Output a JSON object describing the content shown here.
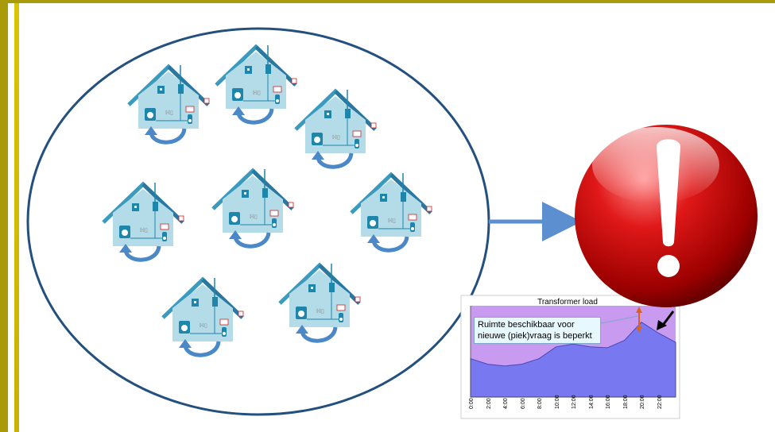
{
  "chart_data": {
    "type": "area",
    "title": "Transformer load",
    "categories": [
      "0:00",
      "2:00",
      "4:00",
      "6:00",
      "8:00",
      "10:00",
      "12:00",
      "14:00",
      "16:00",
      "18:00",
      "20:00",
      "22:00"
    ],
    "series": [
      {
        "values": [
          0.42,
          0.36,
          0.34,
          0.36,
          0.42,
          0.55,
          0.58,
          0.55,
          0.54,
          0.62,
          0.82,
          0.7,
          0.6
        ]
      }
    ],
    "annotation": "Ruimte beschikbaar voor nieuwe (piek)vraag is beperkt",
    "colors": {
      "load": "#7878f0",
      "capacity": "#c89af0"
    }
  },
  "houses": {
    "count": 8
  }
}
